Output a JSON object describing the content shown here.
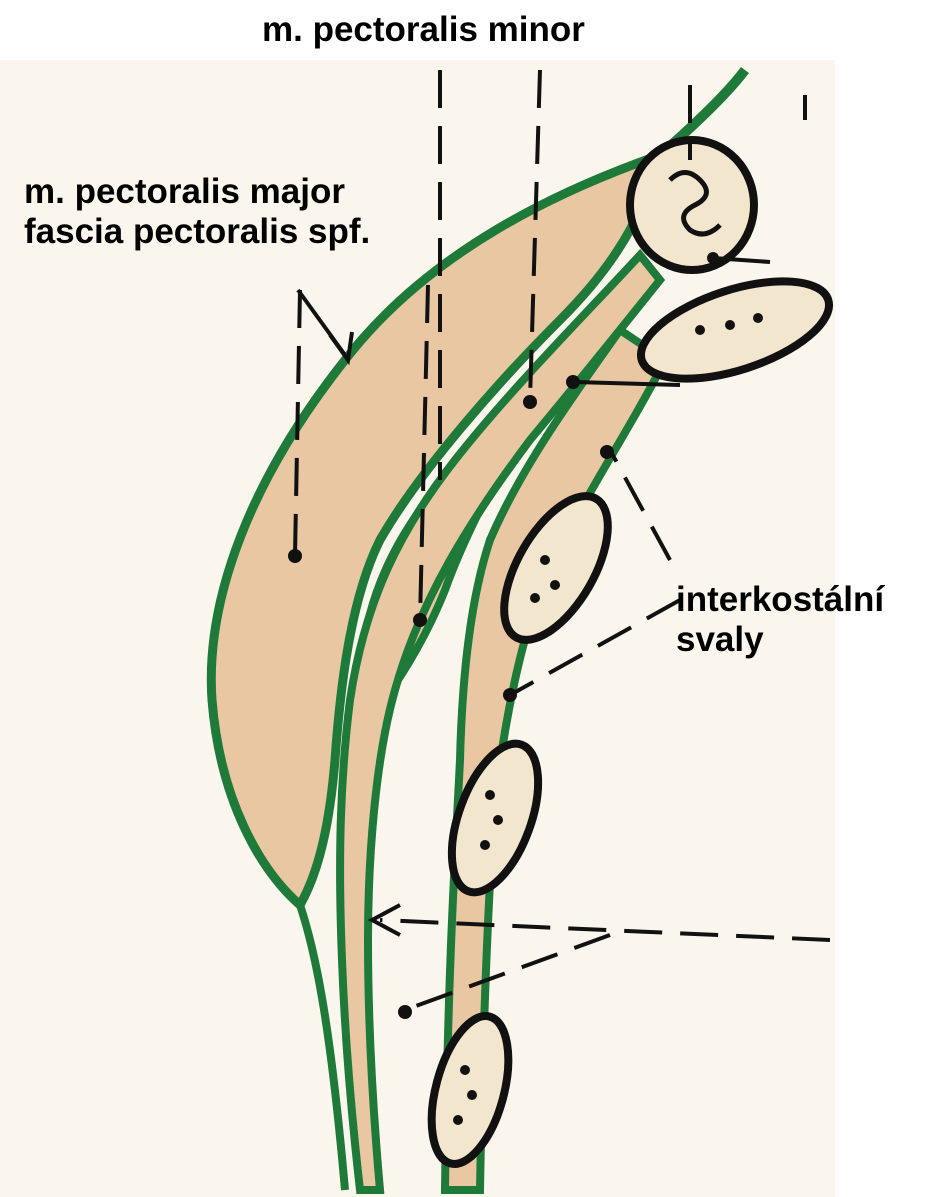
{
  "labels": {
    "pectoralis_minor": "m. pectoralis minor",
    "pectoralis_major": {
      "line1": "m. pectoralis major",
      "line2": "fascia pectoralis spf."
    },
    "intercostal": {
      "line1": "interkostální",
      "line2": "svaly"
    }
  },
  "colors": {
    "fascia": "#1f7a3a",
    "muscle": "#e8c7a2",
    "bone": "#f3e6cf",
    "outline": "#111111",
    "paper": "#faf6ee"
  }
}
